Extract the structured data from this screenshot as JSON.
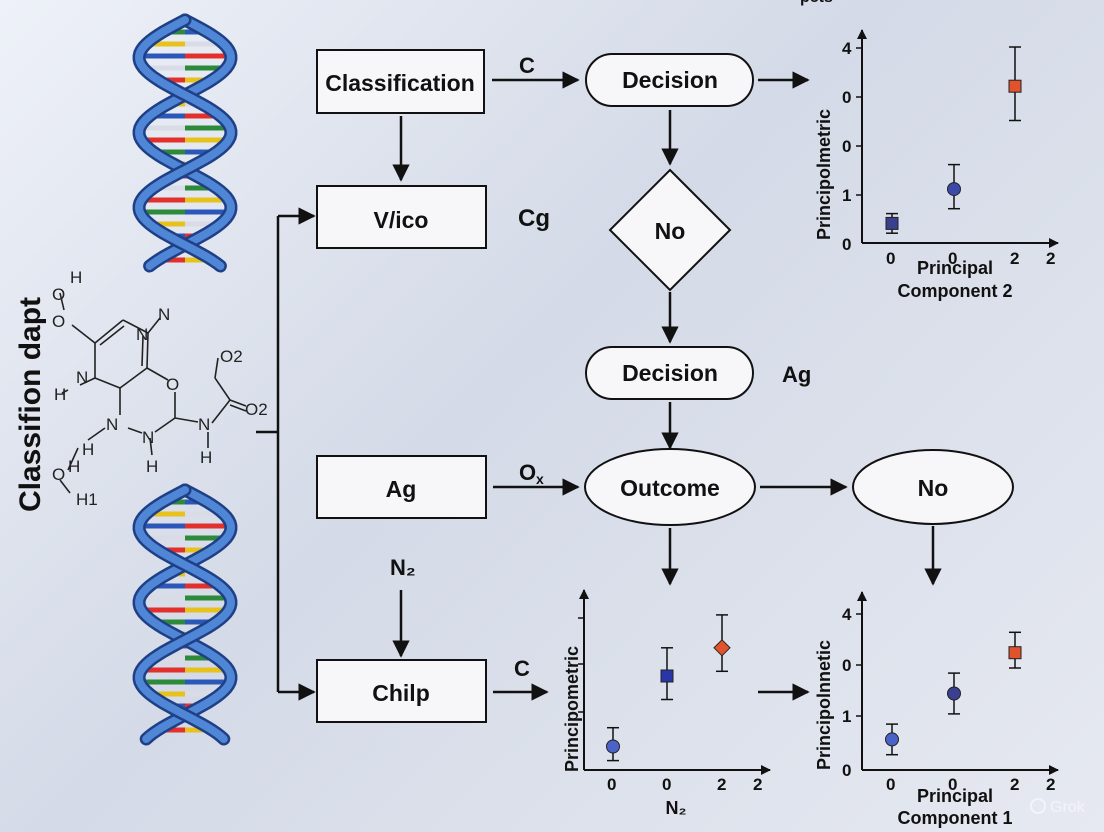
{
  "vertical_title": "Classifion dapt",
  "top_cut_text": "pcts",
  "watermark": "Grok",
  "boxes": {
    "classification": "Classification",
    "vico": "V/ico",
    "ag": "Ag",
    "chilp": "Chilp"
  },
  "ovals": {
    "decision_top": "Decision",
    "decision_mid": "Decision",
    "outcome": "Outcome",
    "no_right": "No"
  },
  "diamond": {
    "label": "No"
  },
  "edge_labels": {
    "c_top": "C",
    "cg": "Cg",
    "ag_mid": "Ag",
    "ox": "O",
    "ox_sub": "x",
    "n2": "N₂",
    "c_bottom": "C"
  },
  "molecule": {
    "atoms": [
      "O",
      "H",
      "O",
      "N",
      "N",
      "N",
      "H",
      "O",
      "O2",
      "O2",
      "N",
      "N",
      "N",
      "H",
      "H",
      "H",
      "O",
      "H",
      "H1"
    ]
  },
  "charts": {
    "top_right": {
      "ylabel": "Principolmetric",
      "xlabel_line1": "Principal",
      "xlabel_line2": "Component 2",
      "y_ticks": [
        "4",
        "0",
        "0",
        "1",
        "0"
      ],
      "x_ticks": [
        "0",
        "0",
        "2",
        "2"
      ]
    },
    "bottom_mid": {
      "ylabel": "Principometric",
      "xlabel": "N₂",
      "x_ticks": [
        "0",
        "0",
        "2",
        "2"
      ]
    },
    "bottom_right": {
      "ylabel": "Principolnnetic",
      "xlabel_line1": "Principal",
      "xlabel_line2": "Component 1",
      "y_ticks": [
        "4",
        "0",
        "1",
        "0"
      ],
      "x_ticks": [
        "0",
        "0",
        "2",
        "2"
      ]
    }
  },
  "chart_data": [
    {
      "type": "scatter",
      "ylabel": "Principolmetric",
      "xlabel": "Principal Component 2",
      "points": [
        {
          "x": 0,
          "y": 0.4,
          "err_low": 0.2,
          "err_high": 0.6,
          "marker": "square",
          "color": "#3a3f8f"
        },
        {
          "x": 1,
          "y": 1.1,
          "err_low": 0.7,
          "err_high": 1.6,
          "marker": "circle",
          "color": "#3b4aa8"
        },
        {
          "x": 2,
          "y": 3.2,
          "err_low": 2.5,
          "err_high": 4.0,
          "marker": "square",
          "color": "#e0532c"
        }
      ],
      "colors": {
        "blue": "#3b4aa8",
        "orange": "#e0532c"
      }
    },
    {
      "type": "scatter",
      "ylabel": "Principometric",
      "xlabel": "N₂",
      "points": [
        {
          "x": 0,
          "y": 0.5,
          "err_low": 0.2,
          "err_high": 0.9,
          "marker": "circle",
          "color": "#4a63c9"
        },
        {
          "x": 1,
          "y": 2.0,
          "err_low": 1.5,
          "err_high": 2.6,
          "marker": "square",
          "color": "#2a36a8"
        },
        {
          "x": 2,
          "y": 2.6,
          "err_low": 2.1,
          "err_high": 3.3,
          "marker": "diamond",
          "color": "#e0532c"
        }
      ]
    },
    {
      "type": "scatter",
      "ylabel": "Principolnnetic",
      "xlabel": "Principal Component 1",
      "points": [
        {
          "x": 0,
          "y": 0.6,
          "err_low": 0.3,
          "err_high": 0.9,
          "marker": "circle",
          "color": "#4a63c9"
        },
        {
          "x": 1,
          "y": 1.5,
          "err_low": 1.1,
          "err_high": 1.9,
          "marker": "circle",
          "color": "#3a3f8f"
        },
        {
          "x": 2,
          "y": 2.3,
          "err_low": 2.0,
          "err_high": 2.7,
          "marker": "square",
          "color": "#e0532c"
        }
      ]
    }
  ]
}
